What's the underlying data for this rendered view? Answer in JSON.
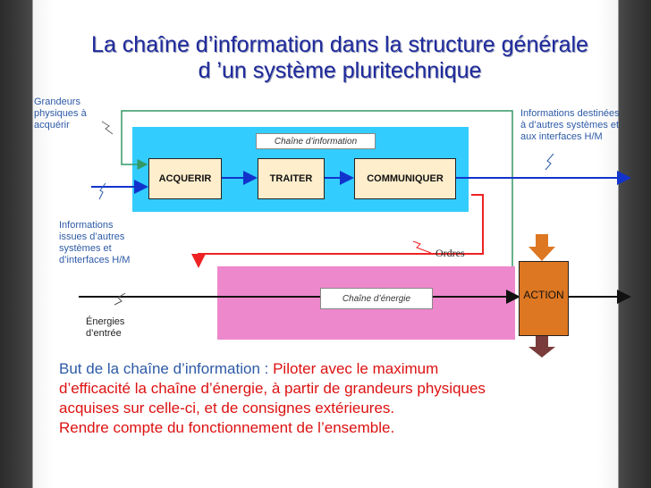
{
  "title": {
    "line1": "La chaîne d’information dans la structure générale",
    "line2": "d ’un système pluritechnique"
  },
  "labels": {
    "grandeurs": [
      "Grandeurs",
      "physiques à",
      "acquérir"
    ],
    "informations_issues": [
      "Informations",
      "issues d’autres",
      "systèmes et",
      "d’interfaces H/M"
    ],
    "informations_destinees": [
      "Informations destinées",
      "à d’autres systèmes et",
      "aux interfaces H/M"
    ],
    "energies": [
      "Énergies",
      "d’entrée"
    ],
    "ordres": "Ordres"
  },
  "chaine_information": {
    "tag": "Chaîne d’information",
    "blocks": [
      "ACQUERIR",
      "TRAITER",
      "COMMUNIQUER"
    ]
  },
  "chaine_energie": {
    "tag": "Chaîne d’énergie",
    "action": "ACTION"
  },
  "bottom_text": {
    "heading": "But de la chaîne d’information :",
    "part1": " Piloter avec le maximum",
    "line2": "d’efficacité la chaîne d’énergie, à partir de grandeurs physiques",
    "line3": "acquises sur celle-ci, et de consignes extérieures.",
    "line4": "Rendre compte du fonctionnement de l’ensemble."
  },
  "colors": {
    "title": "#1f2a9c",
    "label_blue": "#2d5aa6",
    "info_chain_fill": "#33ccff",
    "block_fill": "#ffeecc",
    "energy_chain_fill": "#ee88cc",
    "action_fill": "#dd7722",
    "feedback_line": "#339966",
    "order_line": "#ee2222",
    "bottom_text": "#dd1111"
  }
}
